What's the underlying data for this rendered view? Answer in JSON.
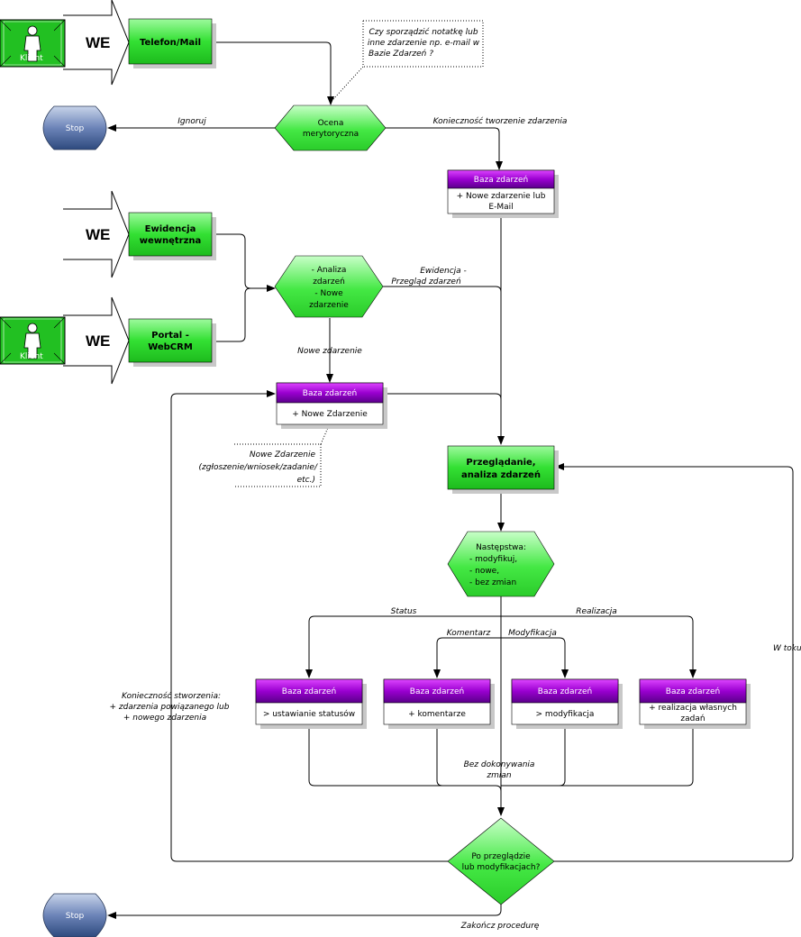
{
  "we_label": "WE",
  "klient_label": "Klient",
  "stop_label": "Stop",
  "db_title": "Baza zdarzeń",
  "processes": {
    "telefon_mail": "Telefon/Mail",
    "ewidencja": [
      "Ewidencja",
      "wewnętrzna"
    ],
    "portal": [
      "Portal -",
      "WebCRM"
    ],
    "przegladanie": [
      "Przeglądanie,",
      "analiza zdarzeń"
    ]
  },
  "decisions": {
    "ocena": [
      "Ocena",
      "merytoryczna"
    ],
    "analiza": [
      "- Analiza",
      "zdarzeń",
      "- Nowe",
      "zdarzenie"
    ],
    "nastepstwa": [
      "Następstwa:",
      "- modyfikuj,",
      "- nowe,",
      "- bez zmian"
    ],
    "po_przegladzie": [
      "Po przeglądzie",
      "lub modyfikacjach?"
    ]
  },
  "databases": {
    "db1": [
      "+ Nowe zdarzenie lub",
      "E-Mail"
    ],
    "db2": [
      "+ Nowe Zdarzenie"
    ],
    "db3": [
      "> ustawianie statusów"
    ],
    "db4": [
      "+ komentarze"
    ],
    "db5": [
      "> modyfikacja"
    ],
    "db6": [
      "+ realizacja własnych",
      "zadań"
    ]
  },
  "notes": {
    "note1": [
      "Czy sporządzić notatkę lub",
      "inne zdarzenie np. e-mail w",
      "Bazie Zdarzeń ?"
    ],
    "note2": [
      "Nowe Zdarzenie",
      "(zgłoszenie/wniosek/zadanie/",
      "etc.)"
    ]
  },
  "edge_labels": {
    "ignoruj": "Ignoruj",
    "koniecznosc_tworzenie": "Konieczność tworzenie zdarzenia",
    "ewidencja_przeglad": [
      "Ewidencja  -",
      "Przegląd zdarzeń"
    ],
    "nowe_zdarzenie": "Nowe zdarzenie",
    "status": "Status",
    "realizacja": "Realizacja",
    "komentarz": "Komentarz",
    "modyfikacja": "Modyfikacja",
    "w_toku": "W toku",
    "koniecznosc_stworzenia": [
      "Konieczność stworzenia:",
      "+ zdarzenia powiązanego lub",
      "+ nowego zdarzenia"
    ],
    "bez_dokonywania": [
      "Bez dokonywania",
      "zmian"
    ],
    "zakoncz": "Zakończ procedurę"
  },
  "colors": {
    "process_green": "#33dd33",
    "db_purple": "#8800cc",
    "stop_blue": "#4a6aa0"
  }
}
